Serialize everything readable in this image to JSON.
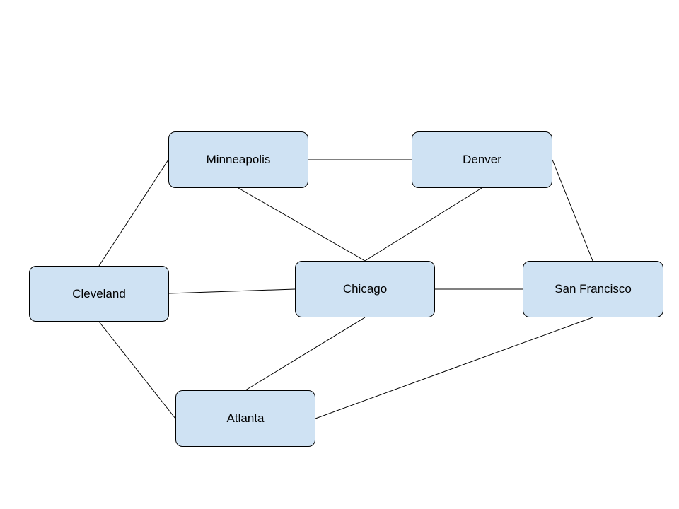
{
  "nodes": {
    "minneapolis": "Minneapolis",
    "denver": "Denver",
    "cleveland": "Cleveland",
    "chicago": "Chicago",
    "san_francisco": "San Francisco",
    "atlanta": "Atlanta"
  },
  "edges": [
    [
      "minneapolis",
      "denver"
    ],
    [
      "minneapolis",
      "cleveland"
    ],
    [
      "minneapolis",
      "chicago"
    ],
    [
      "denver",
      "chicago"
    ],
    [
      "denver",
      "san_francisco"
    ],
    [
      "cleveland",
      "chicago"
    ],
    [
      "cleveland",
      "atlanta"
    ],
    [
      "chicago",
      "san_francisco"
    ],
    [
      "chicago",
      "atlanta"
    ],
    [
      "san_francisco",
      "atlanta"
    ]
  ],
  "colors": {
    "node_fill": "#cfe2f3",
    "stroke": "#000000",
    "background": "#ffffff"
  }
}
